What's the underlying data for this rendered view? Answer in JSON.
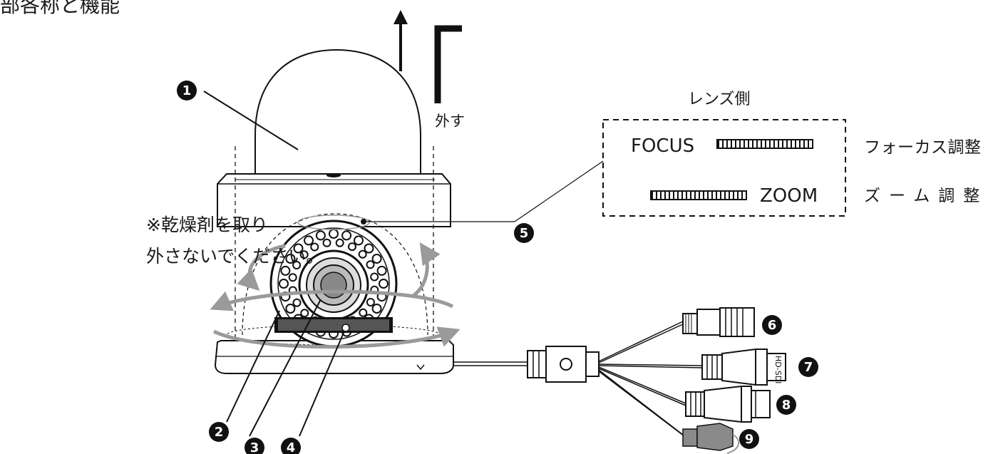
{
  "title": "部各称と機能",
  "labels": {
    "remove": "外す",
    "lens_side": "レンズ側",
    "focus": "FOCUS",
    "focus_jp": "フォーカス調整",
    "zoom": "ZOOM",
    "zoom_jp": "ズーム調整",
    "note_line1": "※乾燥剤を取り",
    "note_line2": "外さないでください。",
    "connector_text": "HD-SDI"
  },
  "callouts": [
    "1",
    "2",
    "3",
    "4",
    "5",
    "6",
    "7",
    "8",
    "9"
  ],
  "colors": {
    "ink": "#111111",
    "gray_arrow": "#9a9a9a",
    "connector_gray": "#8a8a8a"
  },
  "icons": [
    "up-arrow-icon",
    "rotate-arrow-icon"
  ]
}
